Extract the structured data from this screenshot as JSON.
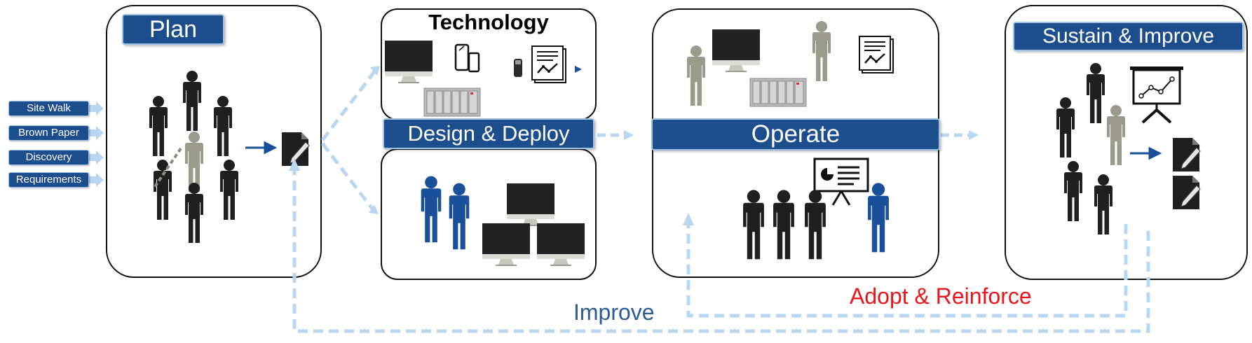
{
  "inputs": [
    "Site Walk",
    "Brown Paper",
    "Discovery",
    "Requirements"
  ],
  "stages": {
    "plan": "Plan",
    "technology": "Technology",
    "design_deploy": "Design & Deploy",
    "operate": "Operate",
    "sustain": "Sustain & Improve"
  },
  "loops": {
    "improve": "Improve",
    "adopt": "Adopt & Reinforce"
  },
  "colors": {
    "primary_blue": "#1c4e8e",
    "flow_arrow": "#b8d6f0",
    "person_dark": "#1f1f1f",
    "person_gray": "#9b9b8c",
    "person_blue": "#1a4f99",
    "adopt_text": "#e8161b",
    "improve_text": "#2a5a9a"
  },
  "icons": [
    "person-icon",
    "monitor-icon",
    "phone-icon",
    "tablet-icon",
    "report-icon",
    "server-rack-icon",
    "document-pen-icon",
    "presentation-board-icon",
    "arrow-icon"
  ]
}
